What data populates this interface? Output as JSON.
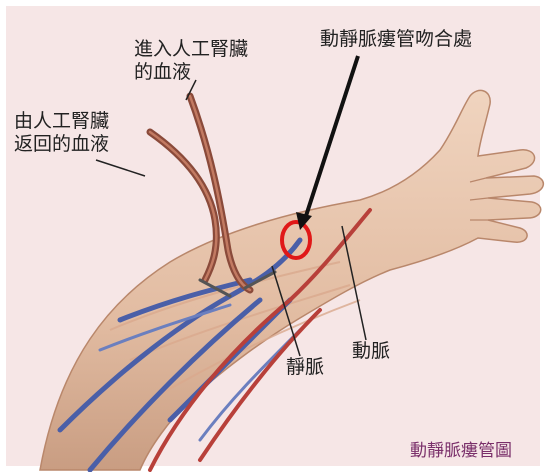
{
  "labels": {
    "into_kidney": [
      "進入人工腎臟",
      "的血液"
    ],
    "return_from_kidney": [
      "由人工腎臟",
      "返回的血液"
    ],
    "fistula": "動靜脈瘻管吻合處",
    "vein": "靜脈",
    "artery": "動脈"
  },
  "caption": "動靜脈瘻管圖",
  "colors": {
    "background_panel": "#f6e6e6",
    "skin": "#e8c6ad",
    "skin_shadow": "#c99d82",
    "vein": "#4a5fa8",
    "artery": "#b8403a",
    "tube": "#8a4a3a",
    "highlight_circle": "#e01818",
    "caption": "#7a2f6a"
  }
}
